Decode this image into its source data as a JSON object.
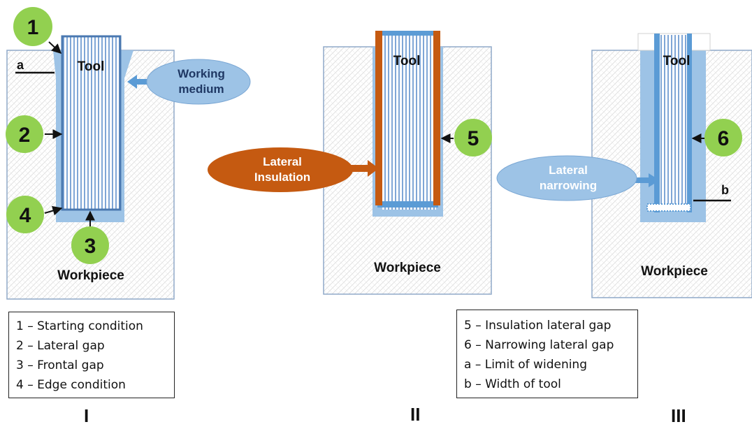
{
  "panel_I": {
    "tool_label": "Tool",
    "workpiece_label": "Workpiece",
    "medium_label_line1": "Working",
    "medium_label_line2": "medium",
    "marker_a": "a",
    "badges": [
      "1",
      "2",
      "3",
      "4"
    ]
  },
  "panel_II": {
    "tool_label": "Tool",
    "workpiece_label": "Workpiece",
    "insulation_label_line1": "Lateral",
    "insulation_label_line2": "Insulation",
    "badge": "5"
  },
  "panel_III": {
    "tool_label": "Tool",
    "workpiece_label": "Workpiece",
    "narrowing_label_line1": "Lateral",
    "narrowing_label_line2": "narrowing",
    "marker_b": "b",
    "badge": "6"
  },
  "legend_left": [
    "1 – Starting condition",
    "2 – Lateral gap",
    "3 – Frontal gap",
    "4 – Edge condition"
  ],
  "legend_right": [
    "5 – Insulation lateral gap",
    "6 – Narrowing lateral gap",
    "a – Limit of widening",
    "b – Width of tool"
  ],
  "roman_labels": [
    "I",
    "II",
    "III"
  ],
  "colors": {
    "badge_green": "#92d050",
    "medium_blue": "#9dc3e6",
    "tool_border": "#4a78b0",
    "insulation_orange": "#c55a11",
    "arrow_blue": "#5b9bd5"
  }
}
